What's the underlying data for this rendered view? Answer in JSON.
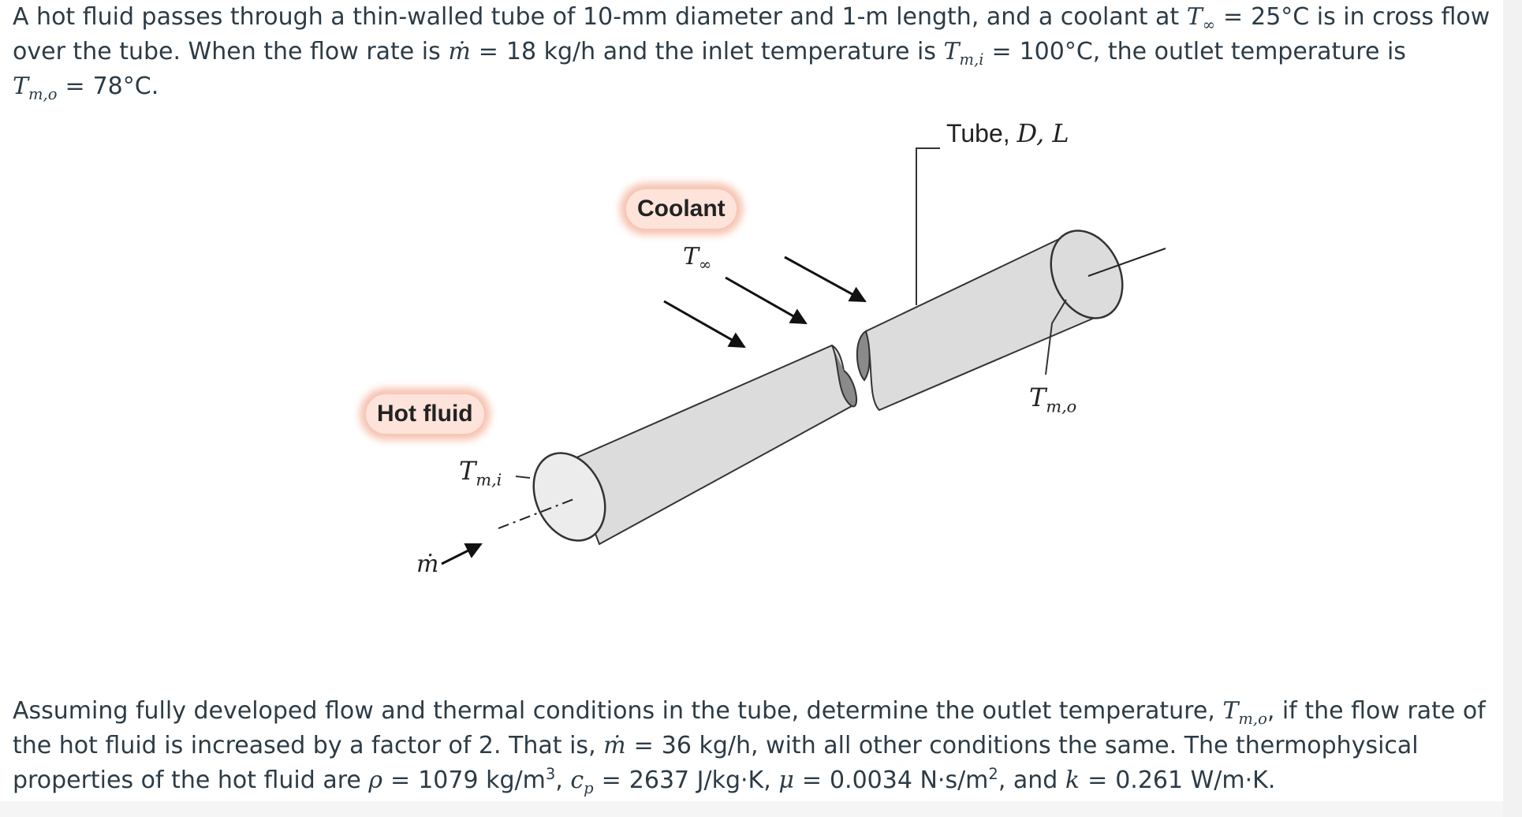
{
  "intro": {
    "s1": "A hot fluid passes through a thin-walled tube of 10-mm diameter and 1-m length, and a coolant at ",
    "tinf_sym": "T",
    "tinf_sub": "∞",
    "eq": "=",
    "tinf_val": "25°C is in cross flow over the tube. When the flow rate is ",
    "mdot_sym": "ṁ",
    "mdot_val": "18 kg/h and the inlet temperature is ",
    "tmi_sym": "T",
    "tmi_sub": "m,i",
    "tmi_val": "100°C, the outlet temperature is ",
    "tmo_sym": "T",
    "tmo_sub": "m,o",
    "tmo_val": "78°C."
  },
  "figure": {
    "tube_label": "Tube, ",
    "tube_vars": "D, L",
    "coolant_label": "Coolant",
    "coolant_tinf_sym": "T",
    "coolant_tinf_sub": "∞",
    "hot_fluid_label": "Hot fluid",
    "inlet_sym": "T",
    "inlet_sub": "m,i",
    "outlet_sym": "T",
    "outlet_sub": "m,o",
    "mdot_sym": "ṁ"
  },
  "question": {
    "s1": "Assuming fully developed flow and thermal conditions in the tube, determine the outlet temperature, ",
    "tmo_sym": "T",
    "tmo_sub": "m,o",
    "s2": ", if the flow rate of the hot fluid is increased by a factor of 2. That is, ",
    "mdot_sym": "ṁ",
    "eq": "=",
    "mdot_val": "36 kg/h, with all other conditions the same. The thermophysical properties of the hot fluid are ",
    "rho_sym": "ρ",
    "rho_val": "1079 kg/m",
    "rho_exp": "3",
    "comma1": ", ",
    "cp_sym": "c",
    "cp_sub": "p",
    "cp_val": "2637 J/kg·K, ",
    "mu_sym": "μ",
    "mu_val": "0.0034 N·s/m",
    "mu_exp": "2",
    "and": ", and ",
    "k_sym": "k",
    "k_val": "0.261 W/m·K."
  }
}
